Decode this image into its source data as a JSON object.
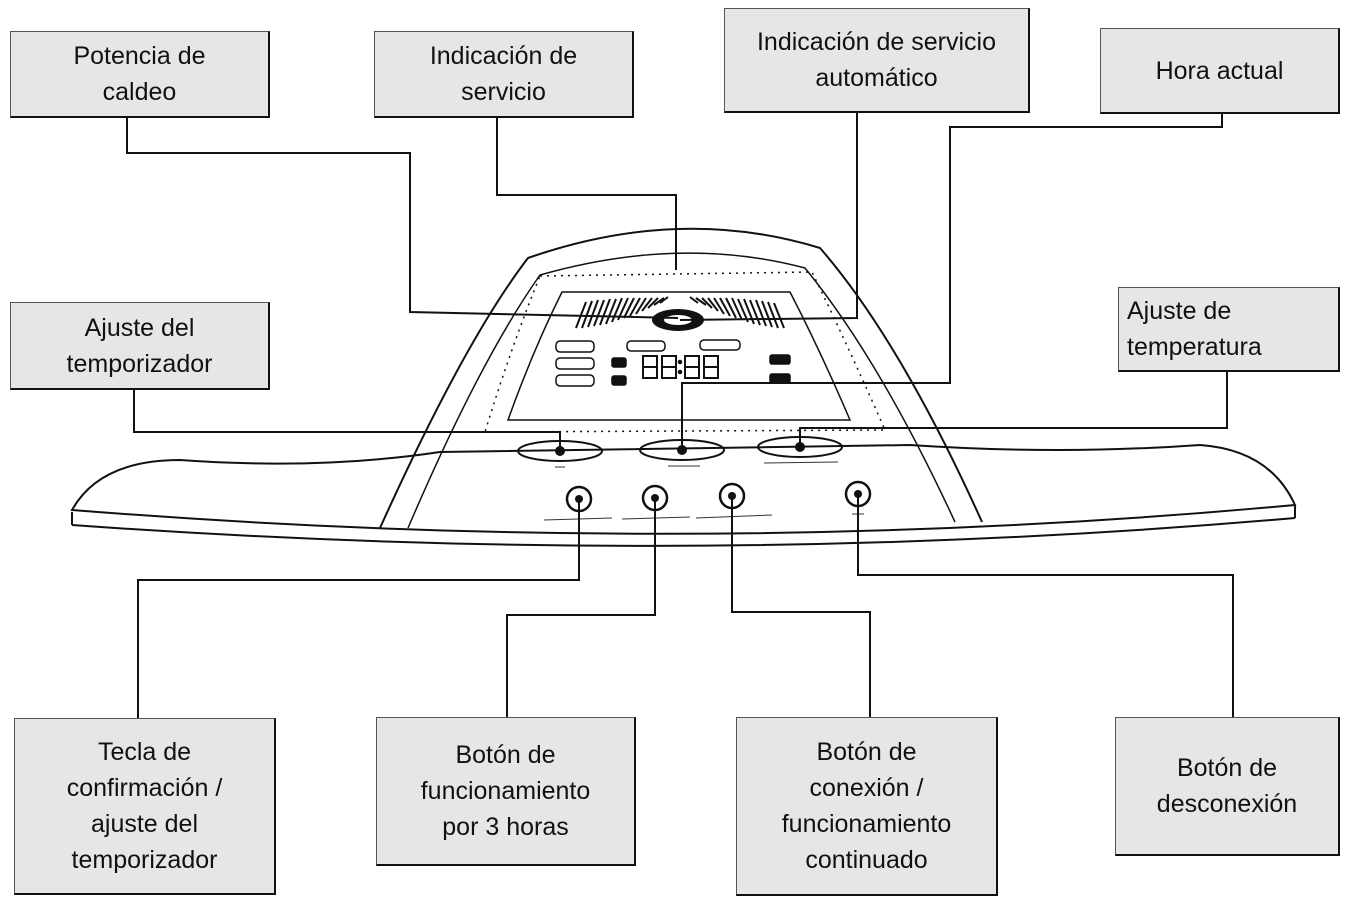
{
  "labels": {
    "potencia": "Potencia de\ncaldeo",
    "indicacion": "Indicación de\nservicio",
    "indicacion_auto": "Indicación de servicio\nautomático",
    "hora": "Hora actual",
    "ajuste_temporizador": "Ajuste del\ntemporizador",
    "ajuste_temperatura": "Ajuste de\ntemperatura",
    "tecla_confirmacion": "Tecla de\nconfirmación /\najuste del\ntemporizador",
    "boton_3h": "Botón de\nfuncionamiento\npor 3 horas",
    "boton_conexion": "Botón de\nconexión /\nfuncionamiento\ncontinuado",
    "boton_desconexion": "Botón de\ndesconexión"
  },
  "colors": {
    "box_fill": "#e6e6e6",
    "line": "#111111"
  }
}
